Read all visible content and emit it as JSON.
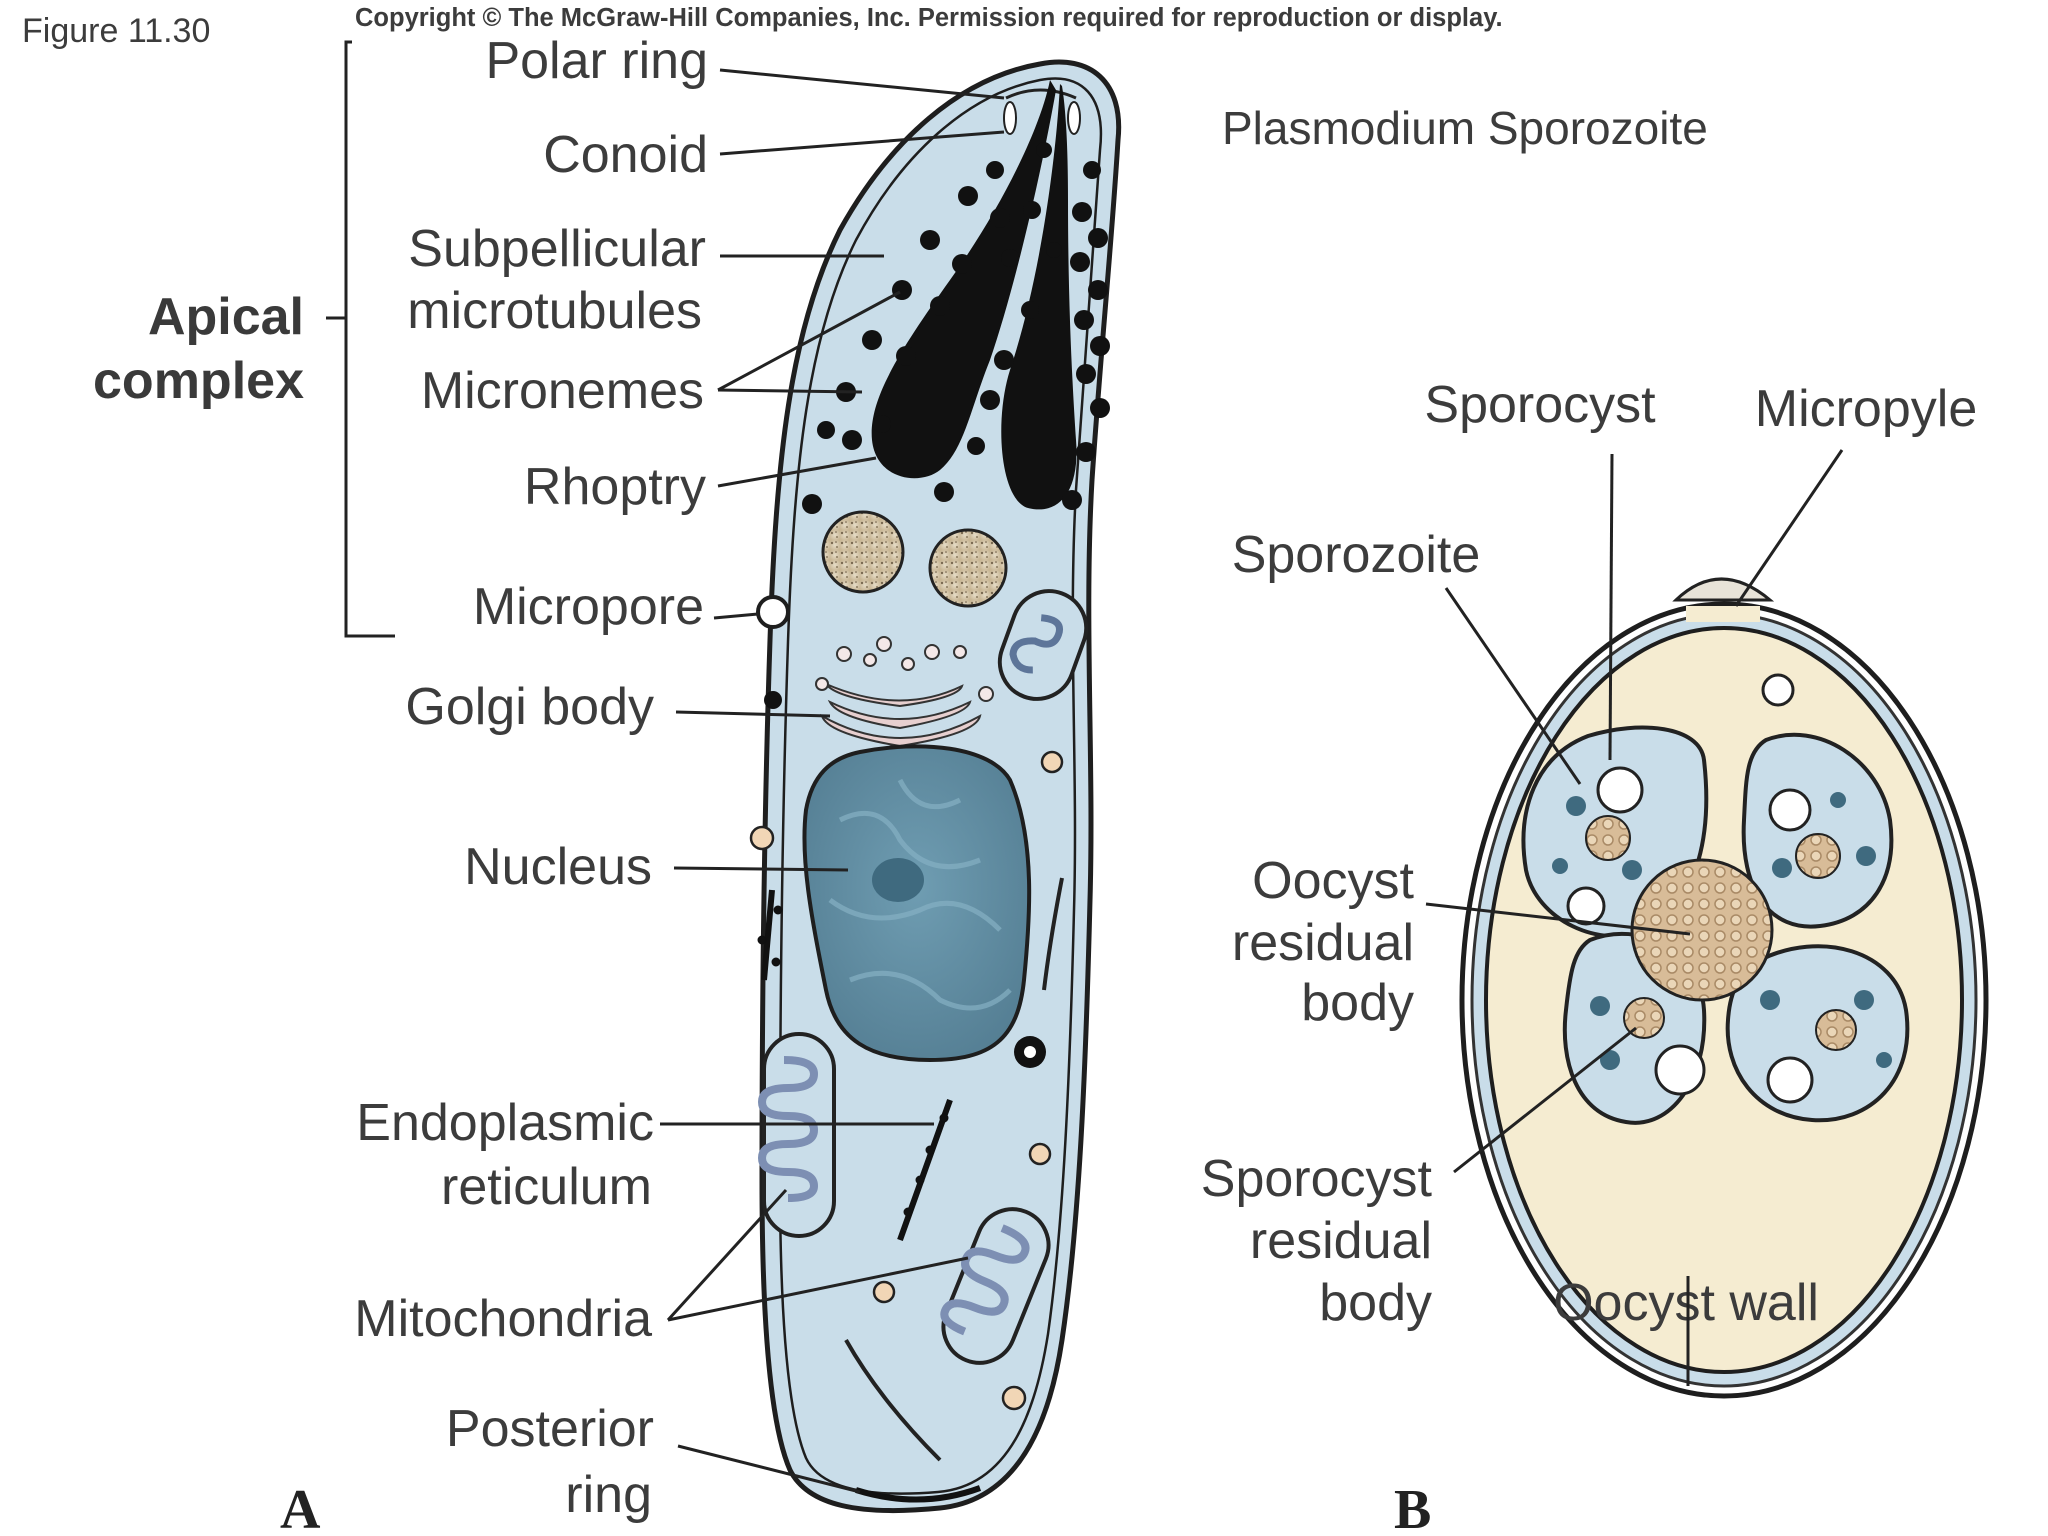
{
  "figure_number": "Figure 11.30",
  "copyright": "Copyright © The McGraw-Hill Companies, Inc. Permission required for reproduction or display.",
  "title": "Plasmodium Sporozoite",
  "panel_a": {
    "letter": "A",
    "group_label": [
      "Apical",
      "complex"
    ],
    "labels": {
      "polar_ring": "Polar ring",
      "conoid": "Conoid",
      "subpellicular": [
        "Subpellicular",
        "microtubules"
      ],
      "micronemes": "Micronemes",
      "rhoptry": "Rhoptry",
      "micropore": "Micropore",
      "golgi": "Golgi body",
      "nucleus": "Nucleus",
      "er": [
        "Endoplasmic",
        "reticulum"
      ],
      "mitochondria": "Mitochondria",
      "posterior_ring": [
        "Posterior",
        "ring"
      ]
    }
  },
  "panel_b": {
    "letter": "B",
    "labels": {
      "sporocyst": "Sporocyst",
      "micropyle": "Micropyle",
      "sporozoite": "Sporozoite",
      "oocyst_residual": [
        "Oocyst",
        "residual",
        "body"
      ],
      "sporocyst_residual": [
        "Sporocyst",
        "residual",
        "body"
      ],
      "oocyst_wall": "Oocyst wall"
    }
  },
  "colors": {
    "cytoplasm": "#c9dde9",
    "nucleus": "#5f8ea3",
    "oocyst_fill": "#f5ecd1",
    "residual_body": "#d9bf9e",
    "golgi": "#e7cfcf",
    "mitochondria": "#8fa6c3"
  }
}
